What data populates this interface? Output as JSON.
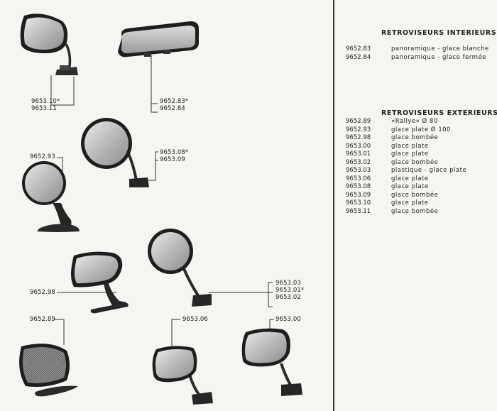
{
  "labels": {
    "rear_a": [
      "9653.10*",
      "9653.11"
    ],
    "pano": [
      "9652.83*",
      "9652.84"
    ],
    "round_arm": [
      "9653.08*",
      "9653.09"
    ],
    "round_base": [
      "9652.93"
    ],
    "oval_arm": [
      "9652.98"
    ],
    "round_tall": [
      "9653.03",
      "9653.01*",
      "9653.02"
    ],
    "rallye": [
      "9652.89"
    ],
    "rect_small": [
      "9653.06"
    ],
    "rect_tall": [
      "9653.00"
    ]
  },
  "interieurs": {
    "title": "RETROVISEURS INTERIEURS",
    "rows": [
      {
        "code": "9652.83",
        "desc": "panoramique - glace blanche"
      },
      {
        "code": "9652.84",
        "desc": "panoramique - glace fermée"
      }
    ]
  },
  "exterieurs": {
    "title": "RETROVISEURS EXTERIEURS",
    "rows": [
      {
        "code": "9652.89",
        "desc": "«Rallye» Ø 80"
      },
      {
        "code": "9652.93",
        "desc": "glace plate Ø 100"
      },
      {
        "code": "9652.98",
        "desc": "glace bombée"
      },
      {
        "code": "9653.00",
        "desc": "glace plate"
      },
      {
        "code": "9653.01",
        "desc": "glace plate"
      },
      {
        "code": "9653.02",
        "desc": "glace bombée"
      },
      {
        "code": "9653.03",
        "desc": "plastique - glace plate"
      },
      {
        "code": "9653.06",
        "desc": "glace plate"
      },
      {
        "code": "9653.08",
        "desc": "glace plate"
      },
      {
        "code": "9653.09",
        "desc": "glace bombée"
      },
      {
        "code": "9653.10",
        "desc": "glace plate"
      },
      {
        "code": "9653.11",
        "desc": "glace bombée"
      }
    ]
  }
}
